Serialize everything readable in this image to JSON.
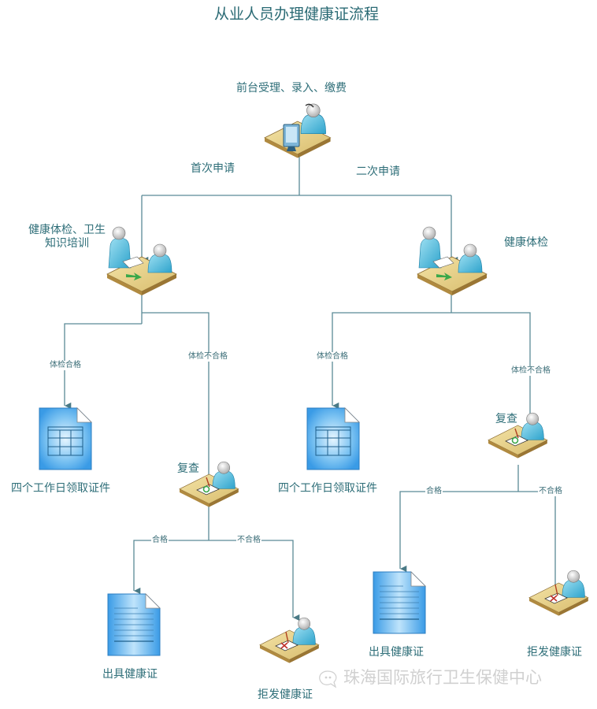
{
  "title": "从业人员办理健康证流程",
  "nodes": {
    "reception": {
      "label": "前台受理、录入、缴费",
      "icon": "receptionist-computer-icon"
    },
    "first_exam": {
      "label_line1": "健康体检、卫生",
      "label_line2": "知识培训",
      "icon": "consultation-desk-icon"
    },
    "second_exam": {
      "label": "健康体检",
      "icon": "consultation-desk-icon"
    },
    "left_pickup": {
      "label": "四个工作日领取证件",
      "icon": "spreadsheet-document-icon"
    },
    "right_pickup": {
      "label": "四个工作日领取证件",
      "icon": "spreadsheet-document-icon"
    },
    "left_recheck": {
      "label": "复查",
      "icon": "approval-desk-icon"
    },
    "right_recheck": {
      "label": "复查",
      "icon": "approval-desk-icon"
    },
    "left_issue": {
      "label": "出具健康证",
      "icon": "text-document-icon"
    },
    "right_issue": {
      "label": "出具健康证",
      "icon": "text-document-icon"
    },
    "left_refuse": {
      "label": "拒发健康证",
      "icon": "rejection-desk-icon"
    },
    "right_refuse": {
      "label": "拒发健康证",
      "icon": "rejection-desk-icon"
    }
  },
  "edges": {
    "first_apply": "首次申请",
    "second_apply": "二次申请",
    "left_pass": "体检合格",
    "left_fail": "体检不合格",
    "right_pass": "体检合格",
    "right_fail": "体检不合格",
    "left_recheck_pass": "合格",
    "left_recheck_fail": "不合格",
    "right_recheck_pass": "合格",
    "right_recheck_fail": "不合格"
  },
  "watermark": "珠海国际旅行卫生保健中心",
  "colors": {
    "line": "#5a8a96",
    "text": "#2e6e78",
    "doc_blue": "#4aa8ea",
    "person": "#5cc0e0",
    "desk": "#e8d48c"
  }
}
